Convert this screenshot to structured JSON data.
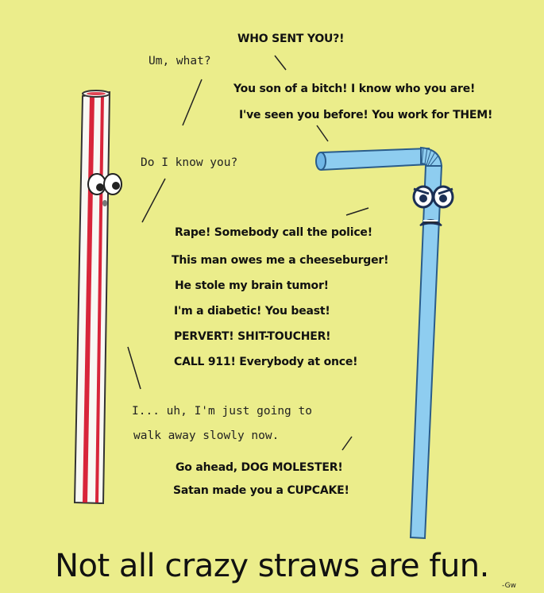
{
  "comic": {
    "blue_lines": [
      "WHO SENT YOU?!",
      "You son of a bitch! I know who you are!",
      "I've seen you before! You work for THEM!",
      "Rape! Somebody call the police!",
      "This man owes me a cheeseburger!",
      "He stole my brain tumor!",
      "I'm a diabetic! You beast!",
      "PERVERT! SHIT-TOUCHER!",
      "CALL 911! Everybody at once!",
      "Go ahead, DOG MOLESTER!",
      "Satan made you a CUPCAKE!"
    ],
    "striped_lines": [
      "Um, what?",
      "Do I know you?",
      "I... uh, I'm just going to",
      "walk away slowly now."
    ],
    "caption": "Not all crazy straws are fun.",
    "signature": "-Gw",
    "colors": {
      "background": "#ebed8b",
      "blue_straw": "#8ecdf0",
      "blue_outline": "#2a5c8a",
      "stripe": "#d8253a",
      "white_straw": "#f8f8f4"
    }
  }
}
